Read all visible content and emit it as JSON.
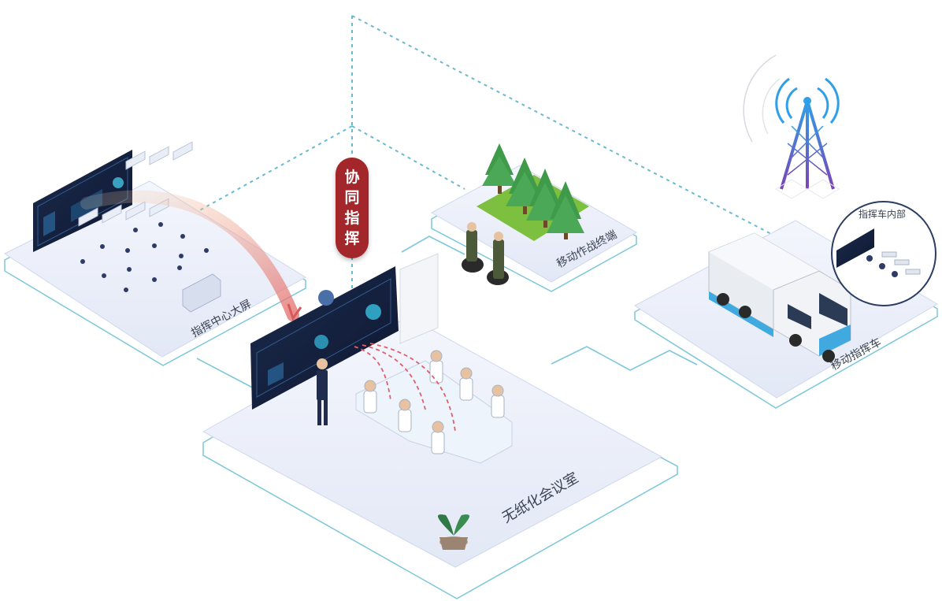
{
  "title_badge": [
    "协",
    "同",
    "指",
    "挥"
  ],
  "zones": {
    "command_center": {
      "label": "指挥中心大屏"
    },
    "field_terminal": {
      "label": "移动作战终端"
    },
    "vehicle": {
      "label": "移动指挥车",
      "inset_label": "指挥车内部"
    },
    "meeting_room": {
      "label": "无纸化会议室"
    }
  },
  "colors": {
    "accent_red": "#a3262b",
    "platform_top": "#eef2fb",
    "platform_edge": "#6cc3d8",
    "dashed_link": "#69b9d2",
    "screen_dark": "#14203a",
    "tree_green": "#3f9a4a",
    "grass_green": "#7dbf3e",
    "tower_purple": "#6e4bb0",
    "tower_blue": "#2fa0e8"
  },
  "icons": [
    "tower-icon",
    "tree-icon",
    "truck-icon",
    "screen-icon",
    "plant-icon"
  ]
}
